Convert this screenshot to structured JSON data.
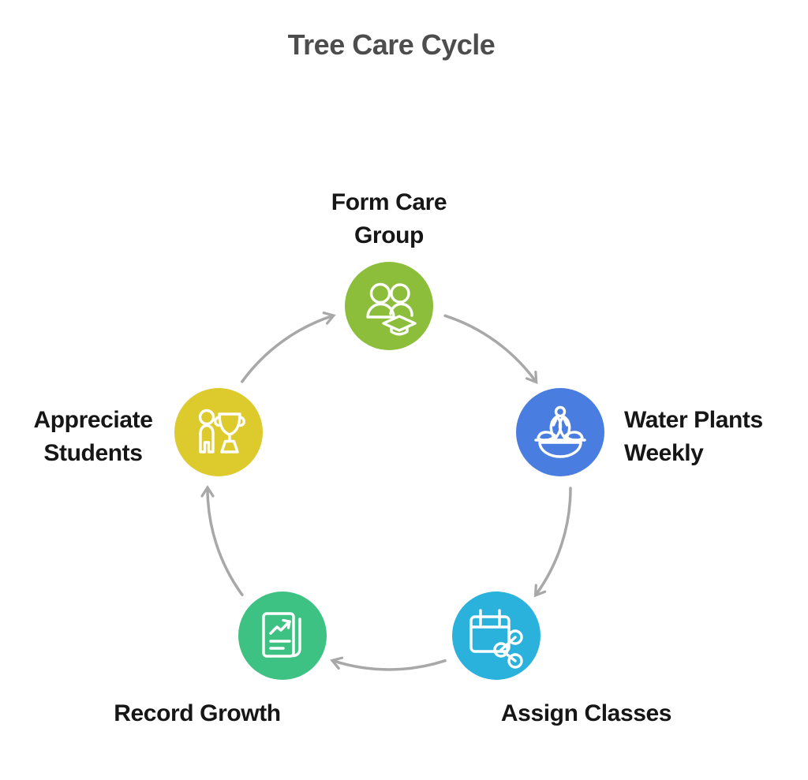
{
  "title": "Tree Care Cycle",
  "colors": {
    "title_text": "#4d4d4d",
    "label_text": "#161616",
    "arrow": "#a8a8a8",
    "icon_stroke": "#ffffff",
    "background": "#ffffff"
  },
  "diagram": {
    "type": "cycle",
    "direction": "clockwise",
    "cycle_order": [
      "Form Care Group",
      "Water Plants Weekly",
      "Assign Classes",
      "Record Growth",
      "Appreciate Students"
    ]
  },
  "nodes": [
    {
      "id": "form-care-group",
      "label": "Form Care Group",
      "color": "#8cbe3b",
      "icon": "people-graduation-icon",
      "position": "top"
    },
    {
      "id": "water-plants-weekly",
      "label": "Water Plants Weekly",
      "color": "#4a7de0",
      "icon": "watering-plant-icon",
      "position": "right"
    },
    {
      "id": "assign-classes",
      "label": "Assign Classes",
      "color": "#2ab1dc",
      "icon": "calendar-share-icon",
      "position": "bottom-right"
    },
    {
      "id": "record-growth",
      "label": "Record Growth",
      "color": "#3ec283",
      "icon": "growth-report-icon",
      "position": "bottom-left"
    },
    {
      "id": "appreciate-students",
      "label": "Appreciate Students",
      "color": "#ddca2c",
      "icon": "person-trophy-icon",
      "position": "left"
    }
  ]
}
